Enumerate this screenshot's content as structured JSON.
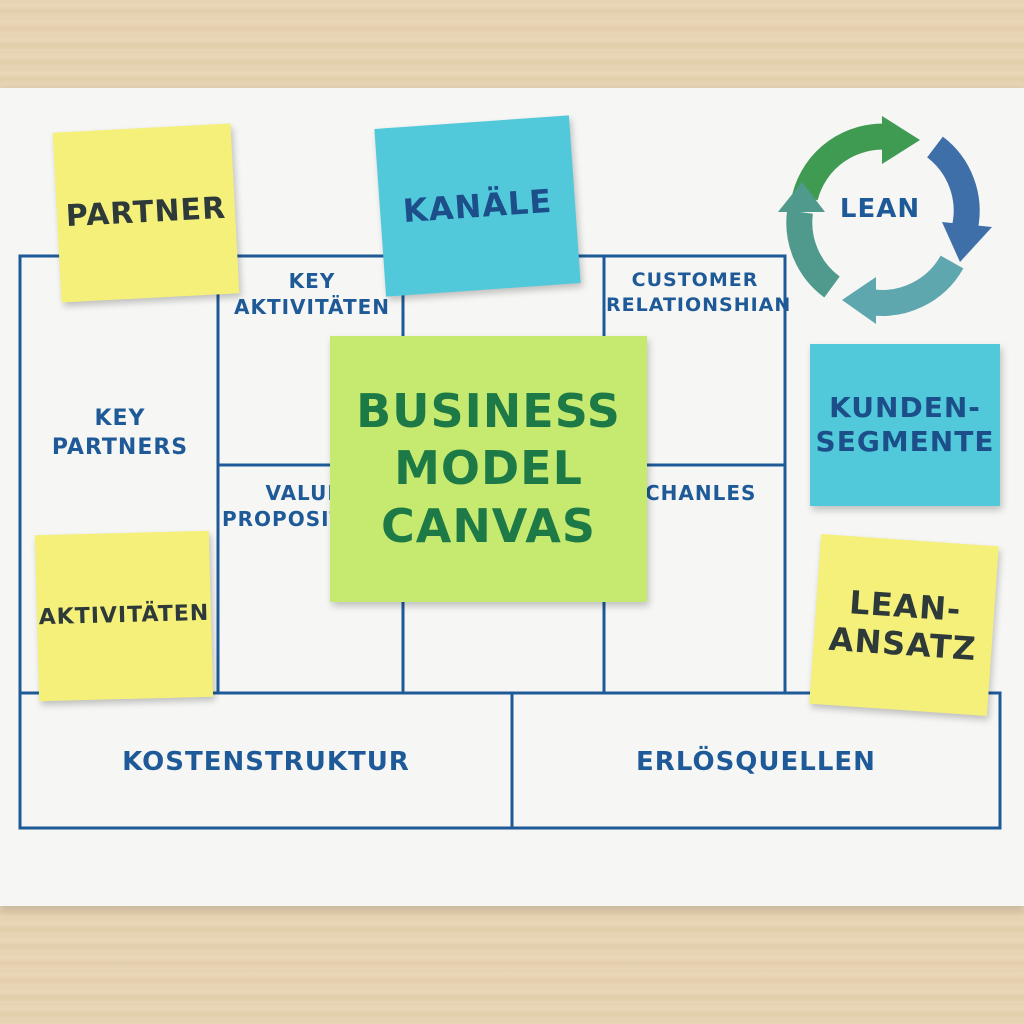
{
  "canvas": {
    "cells": {
      "key_partners": "KEY\nPARTNERS",
      "key_activities": "KEY\nAKTIVITÄTEN",
      "value_propositions": "VALUE\nPROPOSITI",
      "customer_relationships": "CUSTOMER\nRELATIONSHIAN",
      "channels": "CHANLES",
      "cost_structure": "KOSTENSTRUKTUR",
      "revenue_streams": "ERLÖSQUELLEN"
    }
  },
  "sticky_notes": {
    "partner": "PARTNER",
    "kanaele": "KANÄLE",
    "title": "BUSINESS\nMODEL\nCANVAS",
    "aktivitaeten": "AKTIVITÄTEN",
    "kundensegmente": "KUNDEN-\nSEGMENTE",
    "lean_ansatz": "LEAN-\nANSATZ"
  },
  "cycle": {
    "label": "LEAN",
    "icon": "circular-arrows-icon",
    "colors": [
      "#3f9a52",
      "#3e6fa8",
      "#5fa7ae",
      "#4f9a8c"
    ]
  },
  "colors": {
    "grid_line": "#1f5a98",
    "note_yellow": "#f5f07a",
    "note_cyan": "#51c9da",
    "note_green": "#c6ea6f",
    "title_text": "#1d7a47"
  }
}
